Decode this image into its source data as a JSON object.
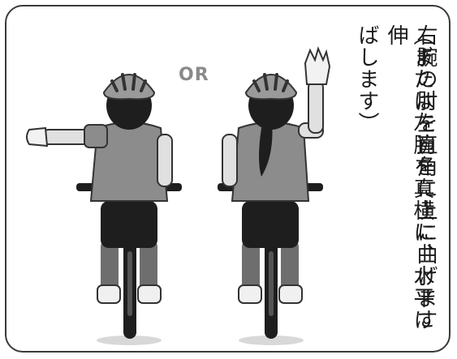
{
  "separator_label": "OR",
  "instruction_lines": [
    "右腕の肘を直角に上に曲げます",
    "（または左腕を真横に、水平に伸",
    "ばします）"
  ],
  "icons": {
    "left_figure": "cyclist-left-arm-horizontal",
    "right_figure": "cyclist-right-arm-raised"
  }
}
